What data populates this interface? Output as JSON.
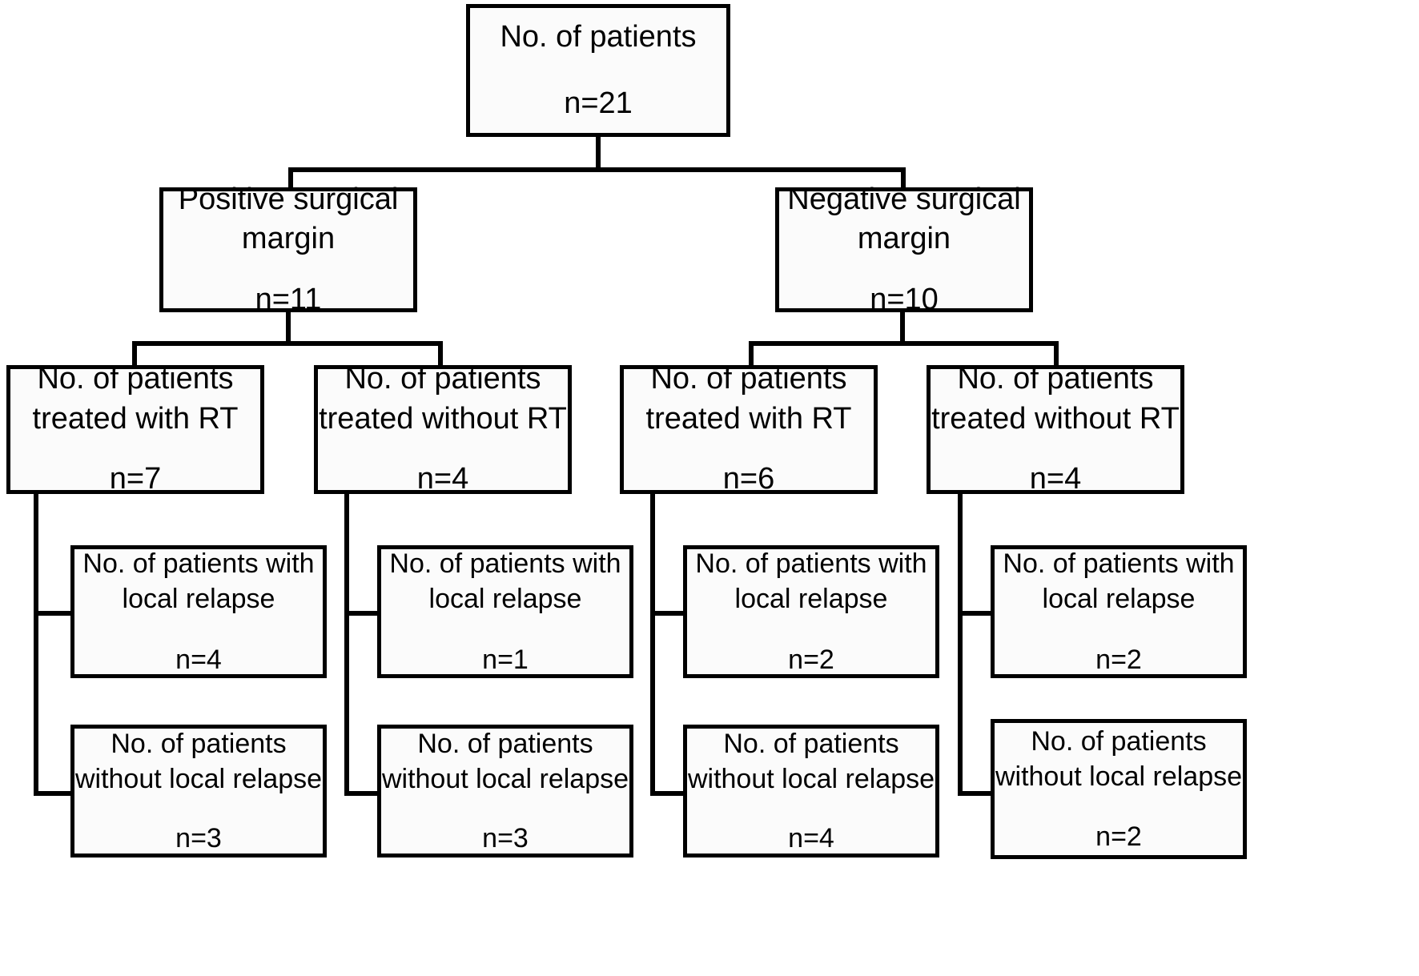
{
  "diagram": {
    "title": "Patient treatment and local relapse flow diagram",
    "type": "flowchart",
    "background_color": "#ffffff",
    "line_color": "#000000",
    "box_fill_color": "#fbfbfb"
  },
  "nodes": {
    "root": {
      "label": "No. of patients",
      "count": "n=21"
    },
    "margin_positive": {
      "label": "Positive surgical\nmargin",
      "count": "n=11"
    },
    "margin_negative": {
      "label": "Negative surgical\nmargin",
      "count": "n=10"
    },
    "pos_with_rt": {
      "label": "No. of patients\ntreated with RT",
      "count": "n=7"
    },
    "pos_without_rt": {
      "label": "No. of patients\ntreated without RT",
      "count": "n=4"
    },
    "neg_with_rt": {
      "label": "No. of patients\ntreated with RT",
      "count": "n=6"
    },
    "neg_without_rt": {
      "label": "No. of patients\ntreated without RT",
      "count": "n=4"
    },
    "pos_with_rt_relapse": {
      "label": "No. of patients with\nlocal relapse",
      "count": "n=4"
    },
    "pos_with_rt_norelapse": {
      "label": "No. of patients\nwithout local relapse",
      "count": "n=3"
    },
    "pos_without_rt_relapse": {
      "label": "No. of patients with\nlocal relapse",
      "count": "n=1"
    },
    "pos_without_rt_norelapse": {
      "label": "No. of patients\nwithout local relapse",
      "count": "n=3"
    },
    "neg_with_rt_relapse": {
      "label": "No. of patients with\nlocal relapse",
      "count": "n=2"
    },
    "neg_with_rt_norelapse": {
      "label": "No. of patients\nwithout local relapse",
      "count": "n=4"
    },
    "neg_without_rt_relapse": {
      "label": "No. of patients with\nlocal relapse",
      "count": "n=2"
    },
    "neg_without_rt_norelapse": {
      "label": "No. of patients\nwithout local relapse",
      "count": "n=2"
    }
  }
}
